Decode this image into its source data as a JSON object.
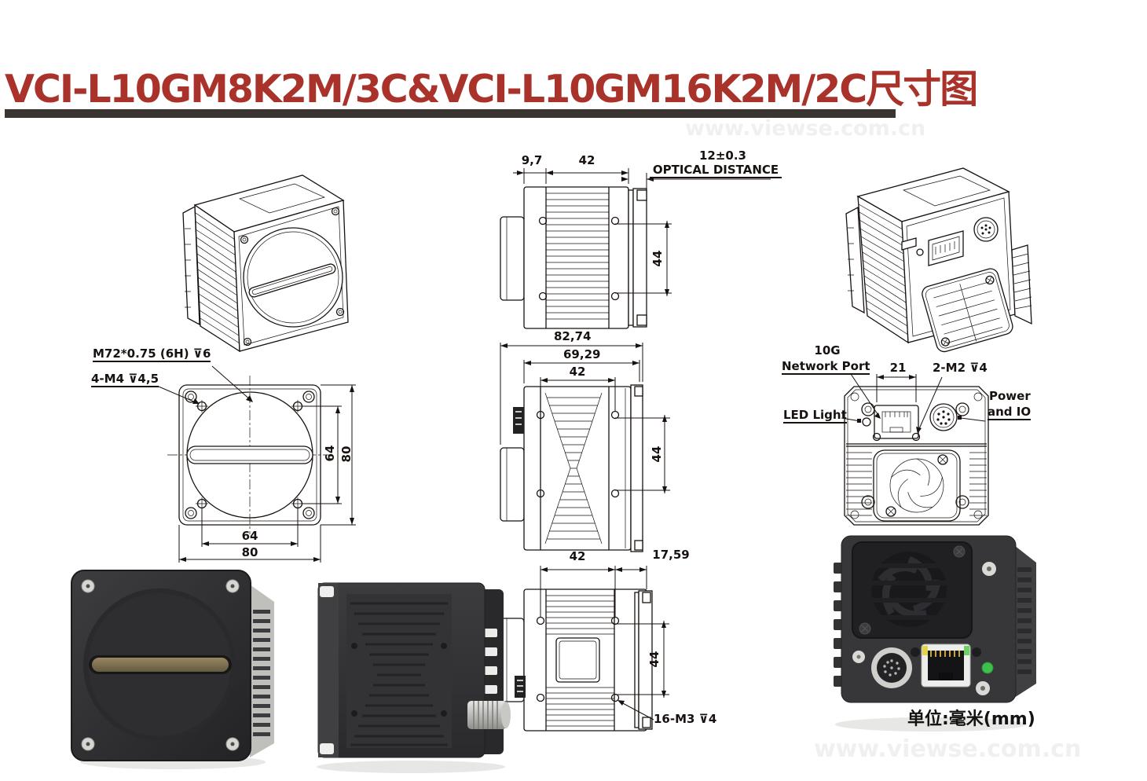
{
  "title": "VCI-L10GM8K2M/3C&VCI-L10GM16K2M/2C尺寸图",
  "watermark": "www.viewse.com.cn",
  "unit_label": "单位:毫米(mm)",
  "colors": {
    "title_red": "#a9322a",
    "underline_dark": "#3a3530",
    "drawing_ink": "#17120f",
    "camera_body_dark": "#343437",
    "sensor_slot_tan": "#8b7c59",
    "led_green": "#3ec14c"
  },
  "views": {
    "side_top": {
      "dim_flange": "9,7",
      "dim_body": "42",
      "tolerance": "12±0.3",
      "tolerance_label": "OPTICAL DISTANCE",
      "dim_holes": "44"
    },
    "front": {
      "thread_label": "M72*0.75 (6H) ⊽6",
      "screw_label": "4-M4 ⊽4,5",
      "dim_holes_v": "64",
      "dim_body_v": "80",
      "dim_holes_h": "64",
      "dim_body_h": "80"
    },
    "side_mid": {
      "dim_total": "82,74",
      "dim_mid": "69,29",
      "dim_top": "42",
      "dim_holes": "44"
    },
    "rear": {
      "port_label_line1": "10G",
      "port_label_line2": "Network Port",
      "dim_port": "21",
      "m2_label": "2-M2 ⊽4",
      "led_label": "LED Light",
      "power_label_line1": "Power",
      "power_label_line2": "and IO"
    },
    "side_bottom": {
      "dim_body": "42",
      "dim_rear": "17,59",
      "dim_holes": "44",
      "m3_label": "16-M3 ⊽4"
    }
  }
}
